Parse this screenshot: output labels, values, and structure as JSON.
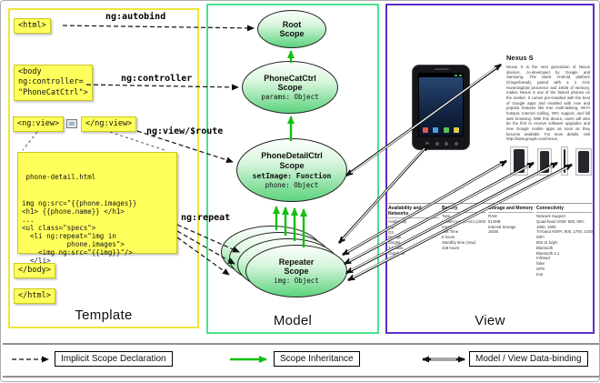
{
  "panels": {
    "template": "Template",
    "model": "Model",
    "view": "View"
  },
  "template": {
    "autobind_label": "ng:autobind",
    "controller_label": "ng:controller",
    "view_route_label": "ng:view/$route",
    "repeat_label": "ng:repeat",
    "html_open": "<html>",
    "html_close": "</html>",
    "body_open": "<body\nng:controller=\n\"PhoneCatCtrl\">",
    "body_close": "</body>",
    "ng_view_open": "<ng:view>",
    "ng_view_close": "</ng:view>",
    "code_title": " phone-detail.html",
    "code": "img ng:src=\"{{phone.images}}\n<h1> {{phone.name}} </h1>\n...\n<ul class=\"specs\">\n  <li ng:repeat=\"img in\n           phone.images\">\n    <img ng:src=\"{{img}}\"/>\n  </li>\n..."
  },
  "model": {
    "root_scope_title": "Root\nScope",
    "phonecat_title": "PhoneCatCtrl\nScope",
    "phonecat_prop": "params: Object",
    "phonedetail_title": "PhoneDetailCtrl\nScope",
    "phonedetail_prop_bold": "setImage: Function",
    "phonedetail_prop": "phone: Object",
    "repeater_title": "Repeater\nScope",
    "repeater_prop": "img: Object"
  },
  "view": {
    "title": "Nexus S",
    "description": "Nexus S is the next generation of Nexus devices, co-developed by Google and Samsung. The latest Android platform (Gingerbread), paired with a 1 GHz Hummingbird processor and 16GB of memory, makes Nexus S one of the fastest phones on the market. It comes pre-installed with the best of Google apps and enabled with new and popular features like true multi-tasking, Wi-Fi hotspot, Internet Calling, NFC support, and full web browsing. With this device, users will also be the first to receive software upgrades and new Google mobile apps as soon as they become available. For more details, visit http://www.google.com/nexus.",
    "specs": {
      "col1_title": "Availability and Networks",
      "col1_body": "Availability\nM1,\nO2,\nOrange,\nSingtel,\nT-Mobile,\nVodafone",
      "col2_title": "Battery",
      "col2_body": "Type\nLithium Ion (Li-Ion) (1500 mAH)\nTalk Time\n6 hours\nStandby time (max)\n428 hours",
      "col3_title": "Storage and Memory",
      "col3_body": "RAM\n512MB\nInternal Storage\n16GB",
      "col4_title": "Connectivity",
      "col4_body": "Network Support\nQuad-band GSM: 850, 900, 1800, 1900\nTri-band HSPA: 900, 1700, 2100\nWiFi\n802.11 b/g/n\nBluetooth\nBluetooth 2.1\nInfrared\nfalse\nGPS\ntrue"
    }
  },
  "legend": {
    "implicit": "Implicit Scope Declaration",
    "inheritance": "Scope Inheritance",
    "databinding": "Model / View Data-binding"
  }
}
